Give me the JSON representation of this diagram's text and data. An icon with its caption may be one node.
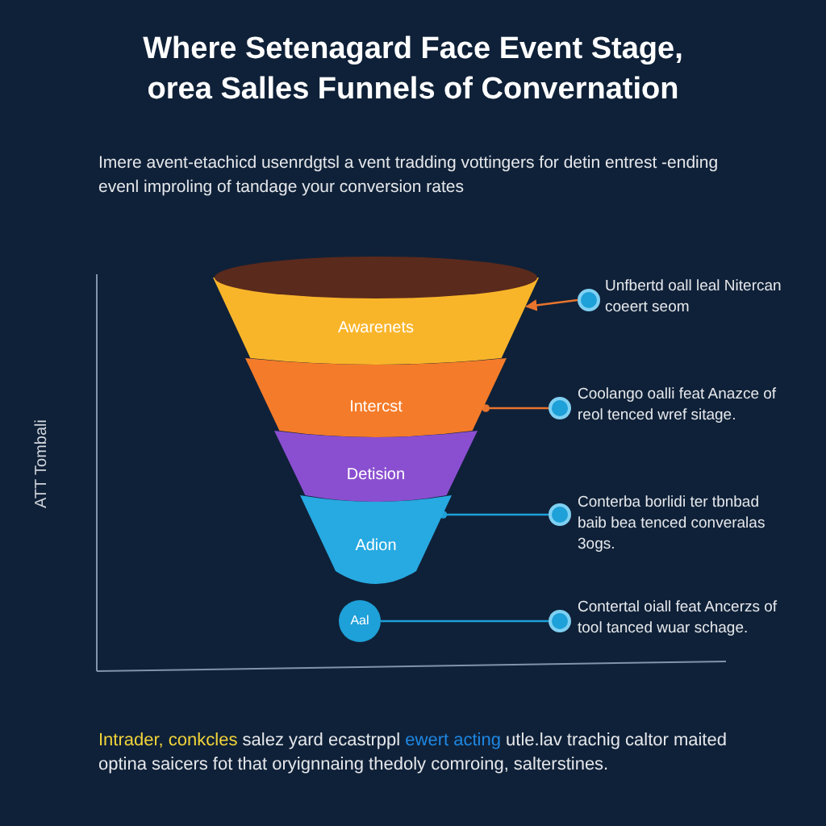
{
  "diagram": {
    "title": "Where Setenagard Face Event Stage, orea Salles Funnels of Convernation",
    "nodes": [
      {
        "text": [
          "Awarenets"
        ]
      },
      {
        "text": [
          "Intercst"
        ]
      },
      {
        "text": [
          "Detision"
        ]
      },
      {
        "text": [
          "Adion"
        ]
      },
      {
        "text": [
          "Aal"
        ]
      },
      {
        "text": [
          "Unfbertd oall leal Nitercan coeert seom"
        ]
      },
      {
        "text": [
          "Coolango oalli feat Anazce of reol tenced wref sitage."
        ]
      },
      {
        "text": [
          "Conterba borlidi ter tbnbad baib bea tenced converalas 3ogs."
        ]
      },
      {
        "text": [
          "Contertal oiall feat Ancerzs of tool tanced wuar schage."
        ]
      }
    ],
    "edges": [
      {
        "from": 5,
        "to": 0,
        "arrow": "to",
        "color": "#e8742c"
      },
      {
        "from": 6,
        "to": 1,
        "arrow": "other",
        "color": "#e8742c"
      },
      {
        "from": 7,
        "to": 3,
        "arrow": "other",
        "color": "#1ea0d8"
      },
      {
        "from": 4,
        "to": 8,
        "arrow": "none",
        "color": "#1ea0d8"
      }
    ],
    "labels": [
      "Imere avent-etachicd usenrdgtsl a vent tradding vottingers for detin entrest -ending evenl improling of tandage your conversion rates",
      "ATT Tombali",
      "**Intrader, conkcles** salez yard ecastrppl *ewert acting* utle.lav trachig caltor maited optina saicers fot that oryignnaing thedoly comroing, salterstines."
    ]
  }
}
